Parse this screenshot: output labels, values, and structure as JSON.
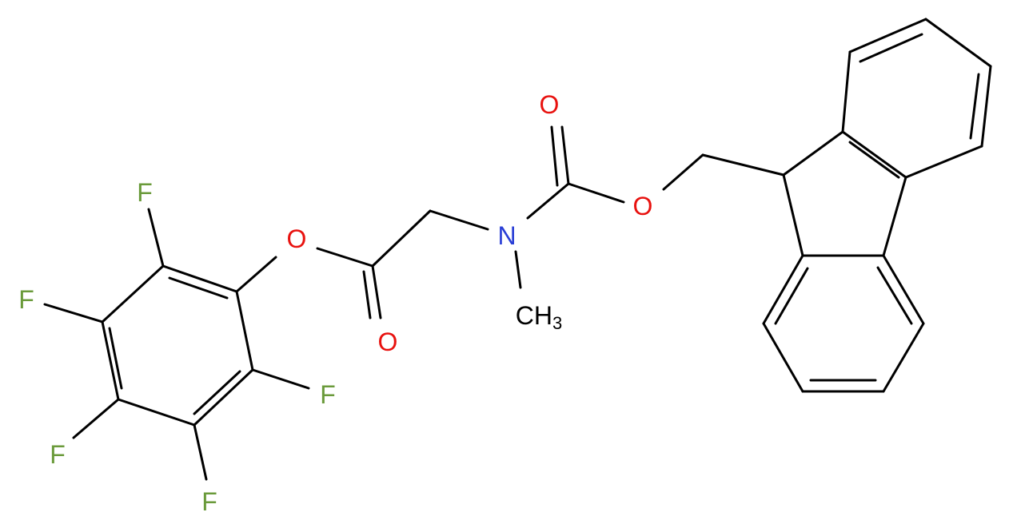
{
  "atoms": {
    "F_top": {
      "symbol": "F",
      "color": "#6a9a3a"
    },
    "F_left": {
      "symbol": "F",
      "color": "#6a9a3a"
    },
    "F_right": {
      "symbol": "F",
      "color": "#6a9a3a"
    },
    "F_bottom_left": {
      "symbol": "F",
      "color": "#6a9a3a"
    },
    "F_bottom": {
      "symbol": "F",
      "color": "#6a9a3a"
    },
    "O_ester": {
      "symbol": "O",
      "color": "#e8120f"
    },
    "O_ester_carbonyl": {
      "symbol": "O",
      "color": "#e8120f"
    },
    "N": {
      "symbol": "N",
      "color": "#2a3fd6"
    },
    "CH3": {
      "symbol": "CH",
      "subscript": "3",
      "color": "#000000"
    },
    "O_carbamate_carbonyl": {
      "symbol": "O",
      "color": "#e8120f"
    },
    "O_carbamate": {
      "symbol": "O",
      "color": "#e8120f"
    }
  }
}
